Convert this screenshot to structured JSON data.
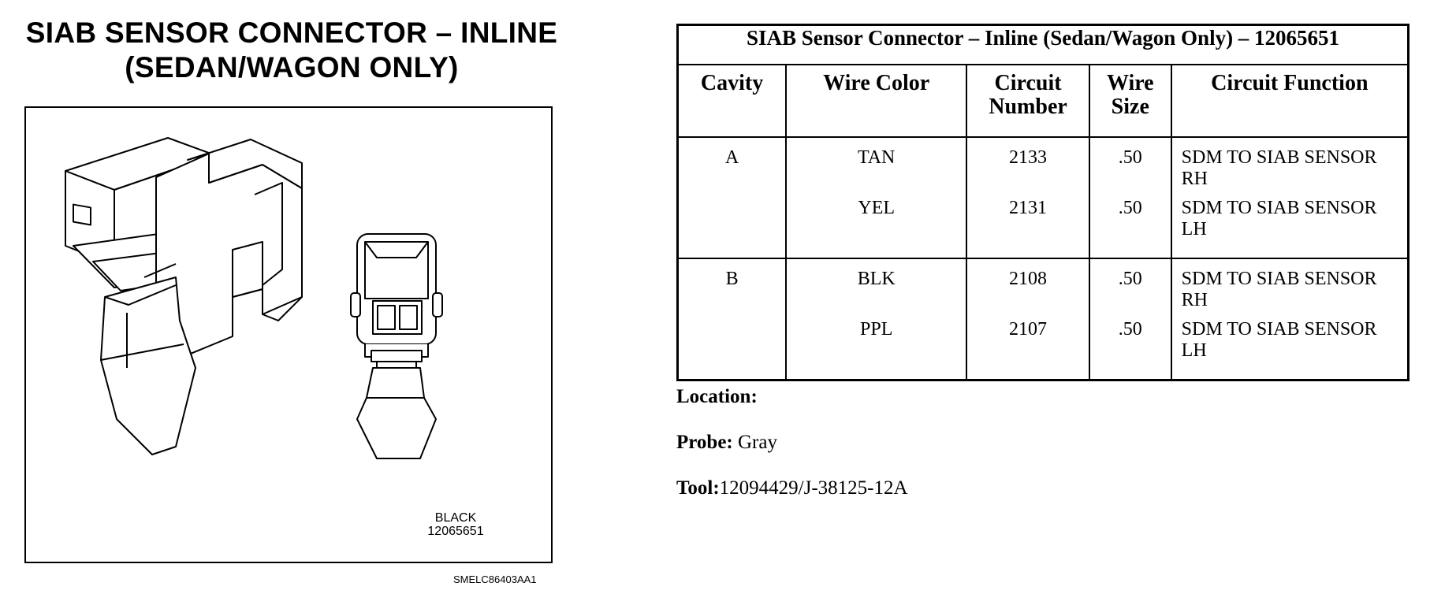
{
  "figure": {
    "title_line1": "SIAB SENSOR CONNECTOR – INLINE",
    "title_line2": "(SEDAN/WAGON ONLY)",
    "part_color": "BLACK",
    "part_number": "12065651",
    "figure_id": "SMELC86403AA1"
  },
  "table": {
    "title": "SIAB Sensor Connector – Inline (Sedan/Wagon Only) – 12065651",
    "headers": {
      "cavity": "Cavity",
      "wire_color": "Wire Color",
      "circuit_line1": "Circuit",
      "circuit_line2": "Number",
      "wire_line1": "Wire",
      "wire_line2": "Size",
      "function": "Circuit Function"
    },
    "groups": [
      {
        "cavity": "A",
        "rows": [
          {
            "color": "TAN",
            "circuit": "2133",
            "size": ".50",
            "func_line1": "SDM TO SIAB SENSOR",
            "func_line2": "RH"
          },
          {
            "color": "YEL",
            "circuit": "2131",
            "size": ".50",
            "func_line1": "SDM TO SIAB SENSOR",
            "func_line2": "LH"
          }
        ]
      },
      {
        "cavity": "B",
        "rows": [
          {
            "color": "BLK",
            "circuit": "2108",
            "size": ".50",
            "func_line1": "SDM TO SIAB SENSOR",
            "func_line2": "RH"
          },
          {
            "color": "PPL",
            "circuit": "2107",
            "size": ".50",
            "func_line1": "SDM TO SIAB SENSOR",
            "func_line2": "LH"
          }
        ]
      }
    ]
  },
  "info": {
    "location_label": "Location:",
    "location_value": "",
    "probe_label": "Probe:",
    "probe_value": "Gray",
    "tool_label": "Tool:",
    "tool_value": "12094429/J-38125-12A"
  }
}
